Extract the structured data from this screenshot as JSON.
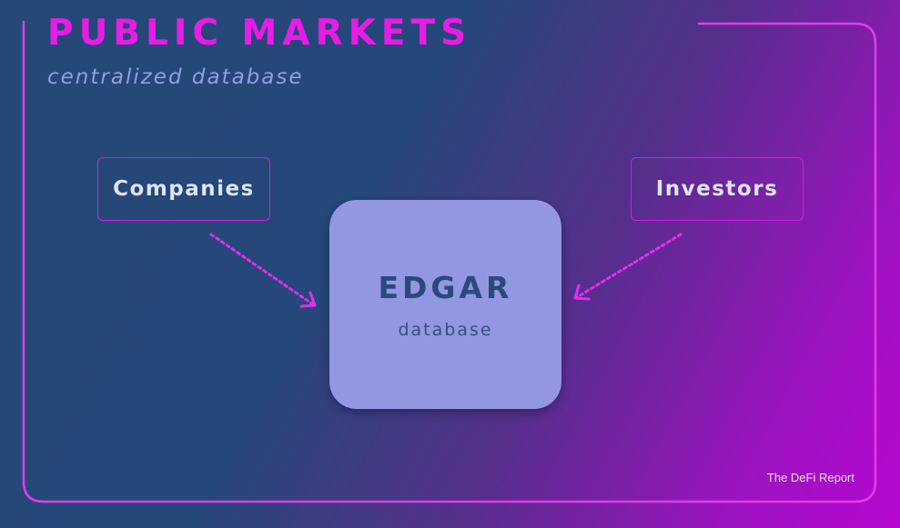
{
  "header": {
    "title": "PUBLIC MARKETS",
    "subtitle": "centralized database"
  },
  "nodes": {
    "companies": {
      "label": "Companies"
    },
    "investors": {
      "label": "Investors"
    },
    "edgar": {
      "title": "EDGAR",
      "subtitle": "database"
    }
  },
  "credit": "The DeFi Report",
  "colors": {
    "accent": "#e81ce6",
    "frame": "#e43be8",
    "arrow": "#e22df0",
    "edgar_box": "#9397e2",
    "edgar_text": "#2a4a7d",
    "subtitle": "#8f9ee4",
    "node_text": "#dde4f3",
    "background_start": "#254878",
    "background_end": "#b706d2"
  }
}
